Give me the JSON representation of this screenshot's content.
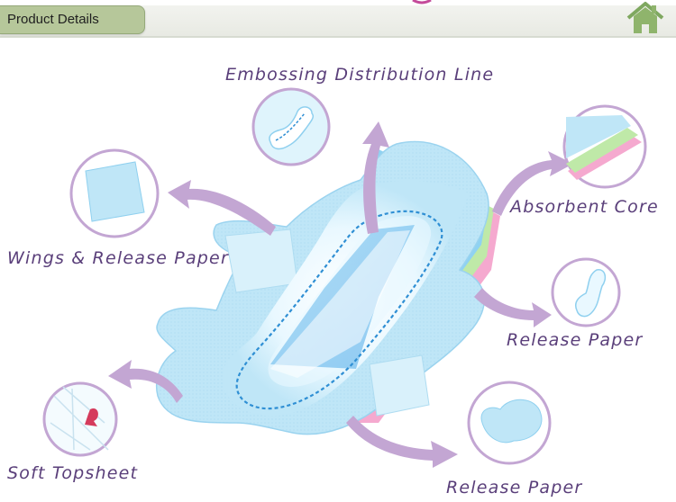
{
  "header": {
    "title": "Product Details",
    "home_icon": "home-icon"
  },
  "colors": {
    "header_tab": "#b6c79a",
    "arrow": "#c3a6d3",
    "text": "#5a3f7a",
    "pad_blue": "#bfe6f7"
  },
  "callouts": {
    "embossing": "Embossing Distribution Line",
    "absorbent_core": "Absorbent Core",
    "wings_release": "Wings & Release Paper",
    "release_paper_1": "Release Paper",
    "soft_topsheet": "Soft Topsheet",
    "release_paper_2": "Release Paper"
  }
}
